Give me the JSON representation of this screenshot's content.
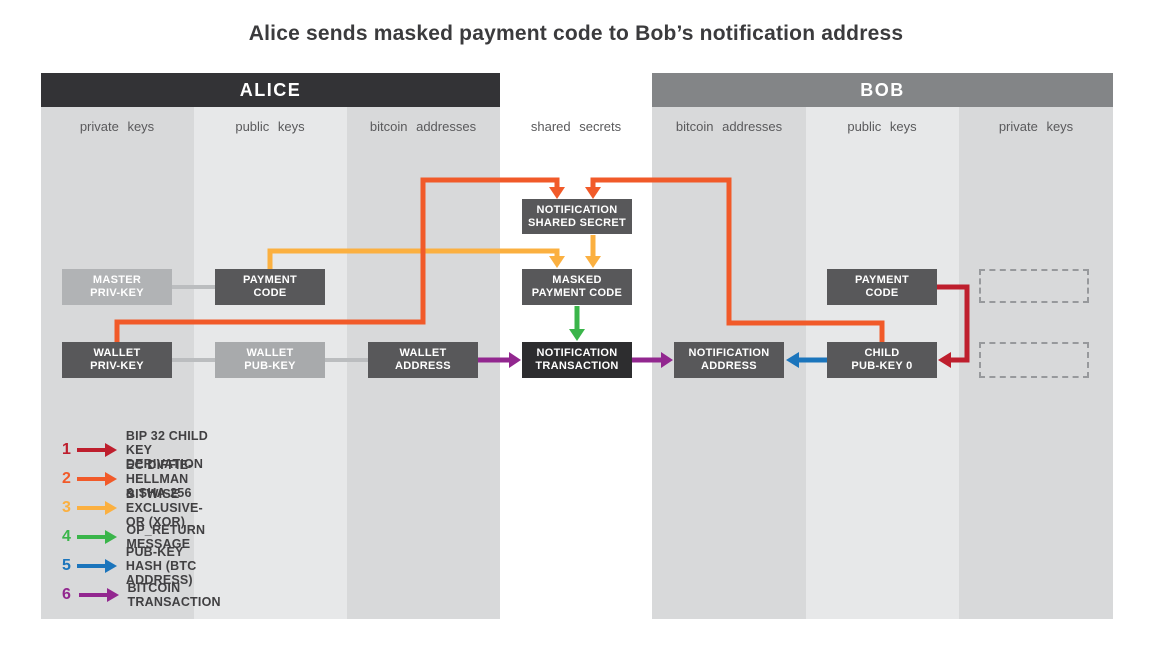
{
  "title": "Alice sends masked payment code to Bob’s notification address",
  "alice": {
    "header": "ALICE",
    "columns": [
      "private keys",
      "public keys",
      "bitcoin addresses"
    ]
  },
  "bob": {
    "header": "BOB",
    "columns": [
      "bitcoin addresses",
      "public keys",
      "private keys"
    ]
  },
  "center_label": "shared secrets",
  "boxes": {
    "master_priv": {
      "line1": "MASTER",
      "line2": "PRIV-KEY"
    },
    "payment_code_alice": {
      "line1": "PAYMENT",
      "line2": "CODE"
    },
    "wallet_priv": {
      "line1": "WALLET",
      "line2": "PRIV-KEY"
    },
    "wallet_pub": {
      "line1": "WALLET",
      "line2": "PUB-KEY"
    },
    "wallet_address": {
      "line1": "WALLET",
      "line2": "ADDRESS"
    },
    "notification_shared_secret": {
      "line1": "NOTIFICATION",
      "line2": "SHARED SECRET"
    },
    "masked_payment_code": {
      "line1": "MASKED",
      "line2": "PAYMENT CODE"
    },
    "notification_transaction": {
      "line1": "NOTIFICATION",
      "line2": "TRANSACTION"
    },
    "notification_address": {
      "line1": "NOTIFICATION",
      "line2": "ADDRESS"
    },
    "child_pub_key": {
      "line1": "CHILD",
      "line2": "PUB-KEY 0"
    },
    "payment_code_bob": {
      "line1": "PAYMENT",
      "line2": "CODE"
    }
  },
  "legend": {
    "items": [
      {
        "num": "1",
        "label": "BIP 32 CHILD KEY DERIVATION",
        "color": "#be1e2d"
      },
      {
        "num": "2",
        "label": "EC DIFFIE-HELLMAN & SHA-256",
        "color": "#f15a29"
      },
      {
        "num": "3",
        "label": "BITWISE EXCLUSIVE-OR (XOR)",
        "color": "#fbb040"
      },
      {
        "num": "4",
        "label": "OP_RETURN MESSAGE",
        "color": "#3ab54a"
      },
      {
        "num": "5",
        "label": "PUB-KEY HASH (BTC ADDRESS)",
        "color": "#1b75bc"
      },
      {
        "num": "6",
        "label": "BITCOIN TRANSACTION",
        "color": "#92278f"
      }
    ]
  },
  "connections": [
    {
      "step": 1,
      "from": "PAYMENT CODE (Bob)",
      "to": "CHILD PUB-KEY 0"
    },
    {
      "step": 2,
      "from": "WALLET PRIV-KEY (Alice)",
      "to": "NOTIFICATION SHARED SECRET"
    },
    {
      "step": 2,
      "from": "CHILD PUB-KEY 0 (Bob)",
      "to": "NOTIFICATION SHARED SECRET"
    },
    {
      "step": 3,
      "from": "PAYMENT CODE (Alice)",
      "to": "MASKED PAYMENT CODE"
    },
    {
      "step": 3,
      "from": "NOTIFICATION SHARED SECRET",
      "to": "MASKED PAYMENT CODE"
    },
    {
      "step": 4,
      "from": "MASKED PAYMENT CODE",
      "to": "NOTIFICATION TRANSACTION"
    },
    {
      "step": 5,
      "from": "CHILD PUB-KEY 0",
      "to": "NOTIFICATION ADDRESS"
    },
    {
      "step": 6,
      "from": "WALLET ADDRESS",
      "to": "NOTIFICATION TRANSACTION"
    },
    {
      "step": 6,
      "from": "NOTIFICATION TRANSACTION",
      "to": "NOTIFICATION ADDRESS"
    }
  ],
  "colors": {
    "red": "#be1e2d",
    "orange": "#f15a29",
    "yellow": "#fbb040",
    "green": "#3ab54a",
    "blue": "#1b75bc",
    "purple": "#92278f",
    "connector": "#bbbdbf",
    "alice_header_bg": "#333336",
    "bob_header_bg": "#838587",
    "band_dark": "#d8d9da",
    "band_light": "#e7e8e9",
    "box_dark": "#58585a",
    "box_black": "#2d2d2f",
    "box_light": "#b1b3b5",
    "box_medium": "#a8aaac"
  }
}
